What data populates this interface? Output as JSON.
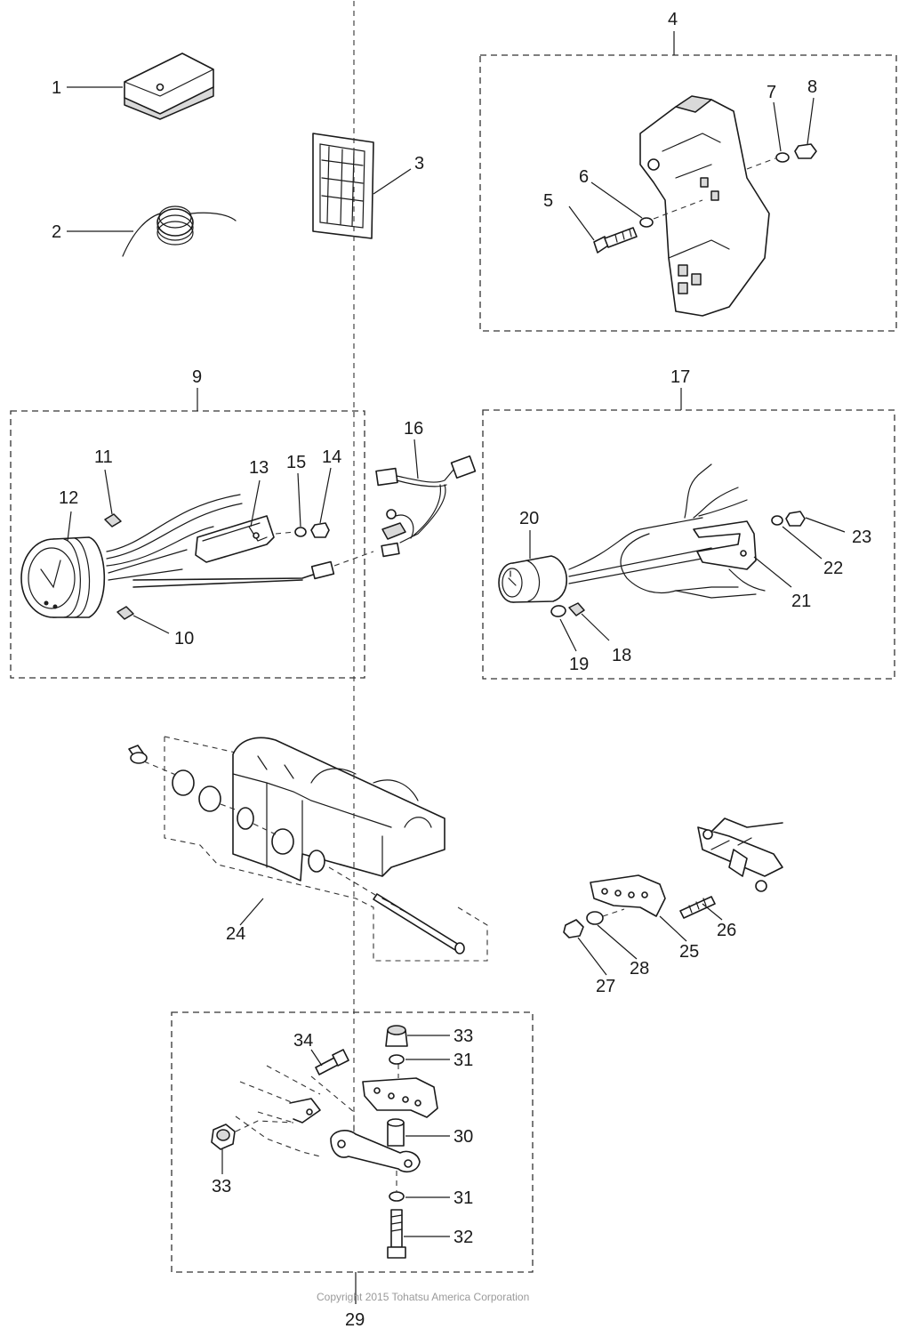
{
  "callouts": {
    "c1": "1",
    "c2": "2",
    "c3": "3",
    "c4": "4",
    "c5": "5",
    "c6": "6",
    "c7": "7",
    "c8": "8",
    "c9": "9",
    "c10": "10",
    "c11": "11",
    "c12": "12",
    "c13": "13",
    "c14": "14",
    "c15": "15",
    "c16": "16",
    "c17": "17",
    "c18": "18",
    "c19": "19",
    "c20": "20",
    "c21": "21",
    "c22": "22",
    "c23": "23",
    "c24": "24",
    "c25": "25",
    "c26": "26",
    "c27": "27",
    "c28": "28",
    "c29": "29",
    "c30": "30",
    "c31a": "31",
    "c31b": "31",
    "c32": "32",
    "c33a": "33",
    "c33b": "33",
    "c34": "34"
  },
  "footer": {
    "copyright": "Copyright 2015 Tohatsu America Corporation"
  }
}
